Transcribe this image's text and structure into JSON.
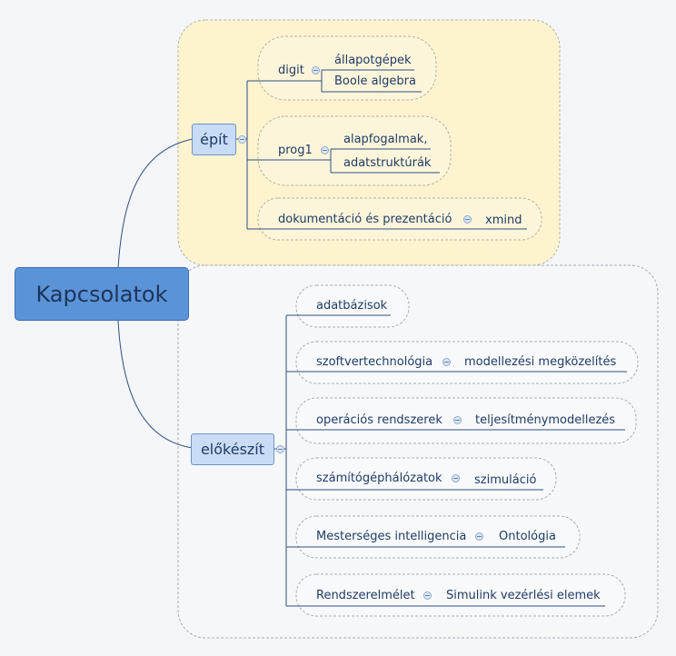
{
  "central": "Kapcsolatok",
  "branches": {
    "epit": {
      "label": "épít",
      "children": {
        "digit": {
          "label": "digit",
          "sub": [
            "állapotgépek",
            "Boole algebra"
          ]
        },
        "prog1": {
          "label": "prog1",
          "sub": [
            "alapfogalmak,",
            "adatstruktúrák"
          ]
        },
        "dok": {
          "label": "dokumentáció és prezentáció",
          "sub": [
            "xmind"
          ]
        }
      }
    },
    "elokeszit": {
      "label": "előkészít",
      "children": {
        "adatbazisok": {
          "label": "adatbázisok"
        },
        "szoftver": {
          "label": "szoftvertechnológia",
          "sub": [
            "modellezési megközelítés"
          ]
        },
        "operacios": {
          "label": "operációs rendszerek",
          "sub": [
            "teljesítménymodellezés"
          ]
        },
        "halozat": {
          "label": "számítógéphálózatok",
          "sub": [
            "szimuláció"
          ]
        },
        "mi": {
          "label": "Mesterséges intelligencia",
          "sub": [
            "Ontológia"
          ]
        },
        "rendszer": {
          "label": "Rendszerelmélet",
          "sub": [
            "Simulink vezérlési elemek"
          ]
        }
      }
    }
  },
  "colors": {
    "boundary_yellow": "#fdf3cf",
    "boundary_gray": "#f6f7f9",
    "central_fill": "#5b93d8",
    "topic_fill": "#c9dcf5",
    "connector": "#2d4f80"
  }
}
